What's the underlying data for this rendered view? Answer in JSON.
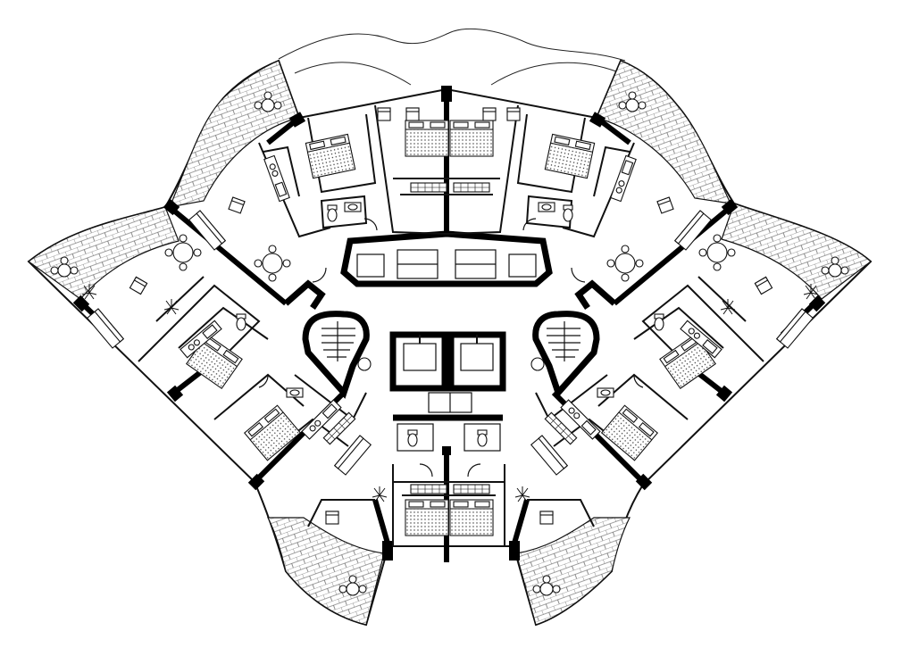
{
  "drawing": {
    "kind": "architectural floor plan",
    "text_labels": []
  },
  "colors": {
    "line": "#111111",
    "background": "#ffffff",
    "poche": "#000000"
  },
  "components": {
    "terraces": 8,
    "stair_cores": 2,
    "lift_shafts": 4,
    "apartment_wings": 4
  }
}
